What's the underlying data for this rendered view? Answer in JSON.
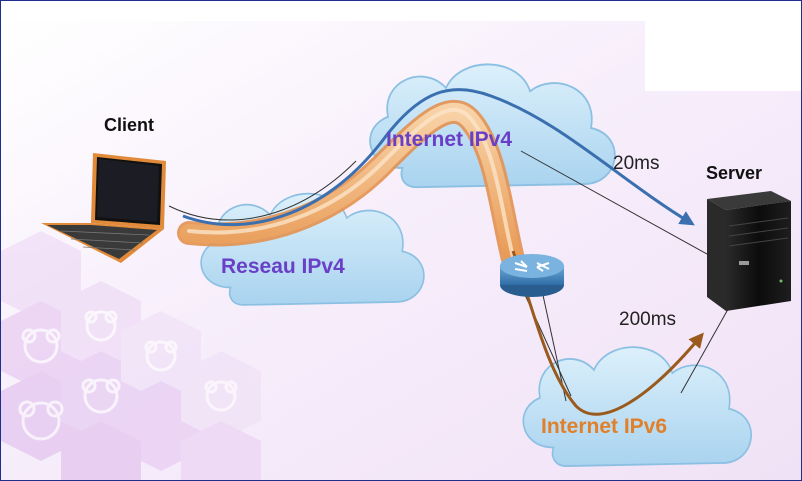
{
  "labels": {
    "client": "Client",
    "server": "Server",
    "cloud_ipv4_network": "Reseau IPv4",
    "cloud_internet_ipv4": "Internet IPv4",
    "cloud_internet_ipv6": "Internet IPv6",
    "latency_ipv4": "20ms",
    "latency_ipv6": "200ms"
  },
  "colors": {
    "frame_border": "#1f2f8f",
    "cloud_fill": "#bfe0f5",
    "cloud_stroke": "#7fb8dd",
    "ipv4_label": "#6a3fc8",
    "ipv6_label": "#e0802a",
    "ipv4_path": "#3a6fb0",
    "ipv6_path": "#9a5a1e",
    "tunnel": "#f2b074",
    "background_tint": "#f3e7f8",
    "pattern": "#e2c7ee"
  },
  "icons": {
    "laptop": "laptop-icon",
    "server": "server-icon",
    "router": "router-icon"
  }
}
